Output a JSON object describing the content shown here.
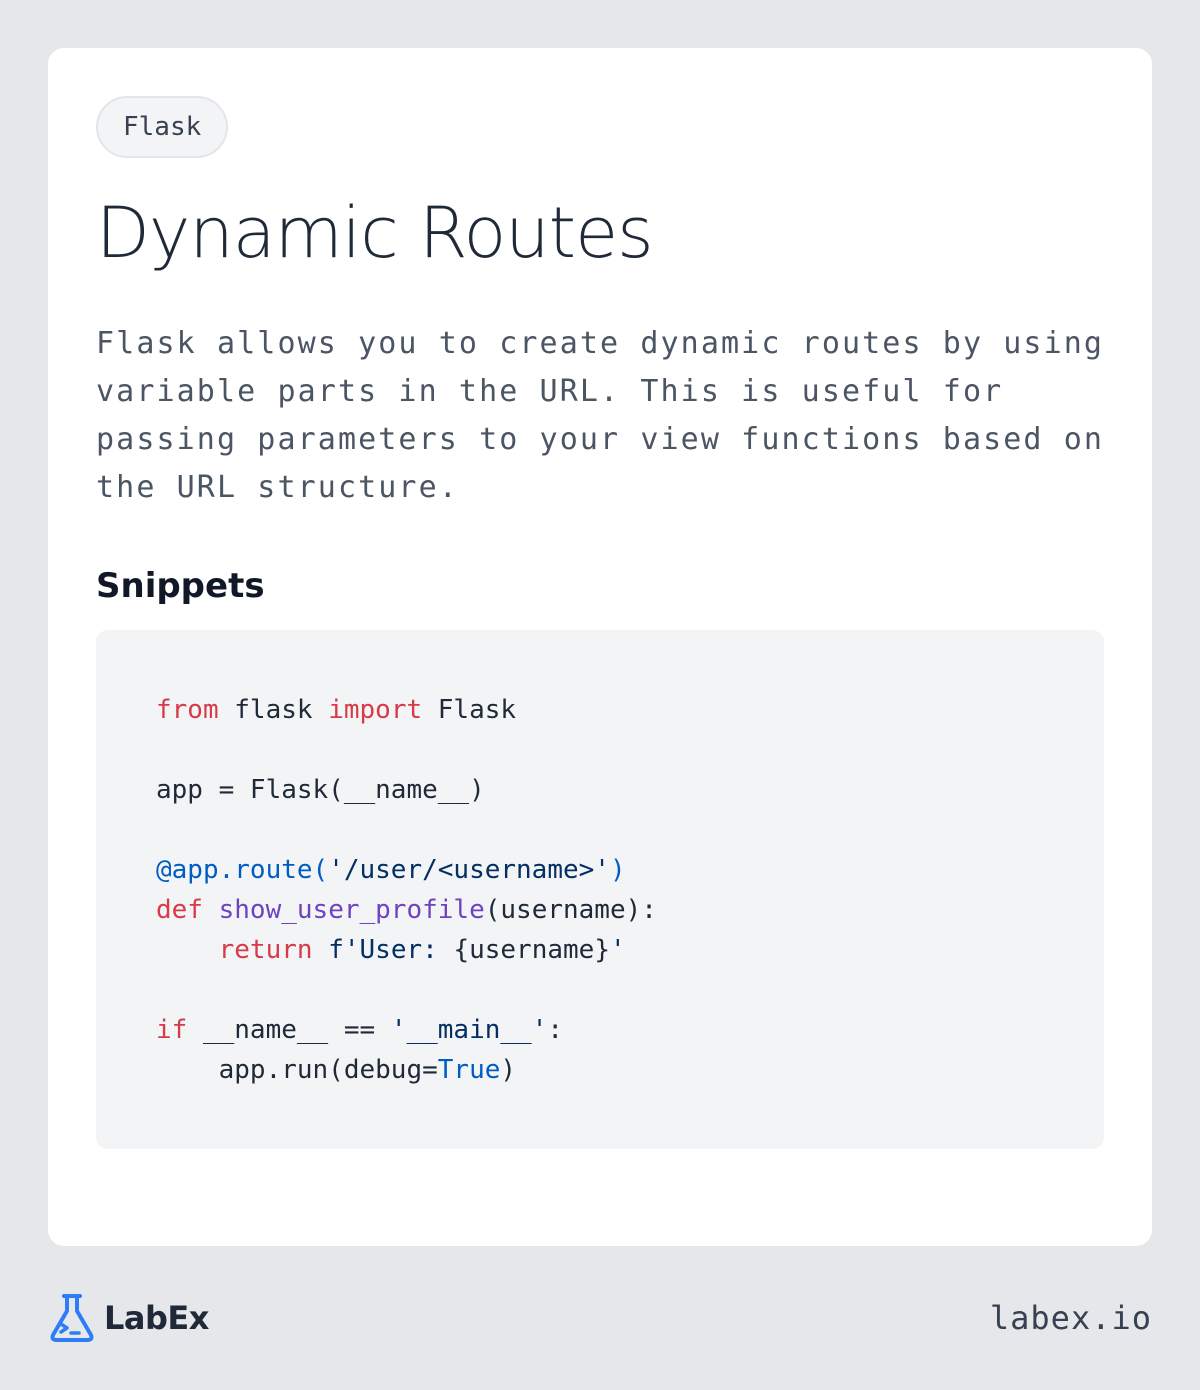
{
  "card": {
    "badge": "Flask",
    "title": "Dynamic Routes",
    "description": "Flask allows you to create dynamic routes by using variable parts in the URL. This is useful for passing parameters to your view functions based on the URL structure.",
    "section_title": "Snippets"
  },
  "code": {
    "language": "python",
    "lines": [
      [
        {
          "t": "from",
          "c": "kw"
        },
        {
          "t": " flask "
        },
        {
          "t": "import",
          "c": "kw"
        },
        {
          "t": " Flask"
        }
      ],
      [],
      [
        {
          "t": "app = Flask(__name__)"
        }
      ],
      [],
      [
        {
          "t": "@app.route(",
          "c": "dec"
        },
        {
          "t": "'/user/<username>'",
          "c": "str"
        },
        {
          "t": ")",
          "c": "dec"
        }
      ],
      [
        {
          "t": "def",
          "c": "kw"
        },
        {
          "t": " "
        },
        {
          "t": "show_user_profile",
          "c": "fn"
        },
        {
          "t": "(username):"
        }
      ],
      [
        {
          "t": "    "
        },
        {
          "t": "return",
          "c": "kw"
        },
        {
          "t": " "
        },
        {
          "t": "f'User: ",
          "c": "str"
        },
        {
          "t": "{username}"
        },
        {
          "t": "'",
          "c": "str"
        }
      ],
      [],
      [
        {
          "t": "if",
          "c": "kw"
        },
        {
          "t": " __name__ == "
        },
        {
          "t": "'__main__'",
          "c": "str"
        },
        {
          "t": ":"
        }
      ],
      [
        {
          "t": "    app.run(debug="
        },
        {
          "t": "True",
          "c": "const"
        },
        {
          "t": ")"
        }
      ]
    ]
  },
  "footer": {
    "brand": "LabEx",
    "url": "labex.io",
    "brand_color": "#2e7cf6",
    "logo_icon": "flask-terminal-icon"
  }
}
